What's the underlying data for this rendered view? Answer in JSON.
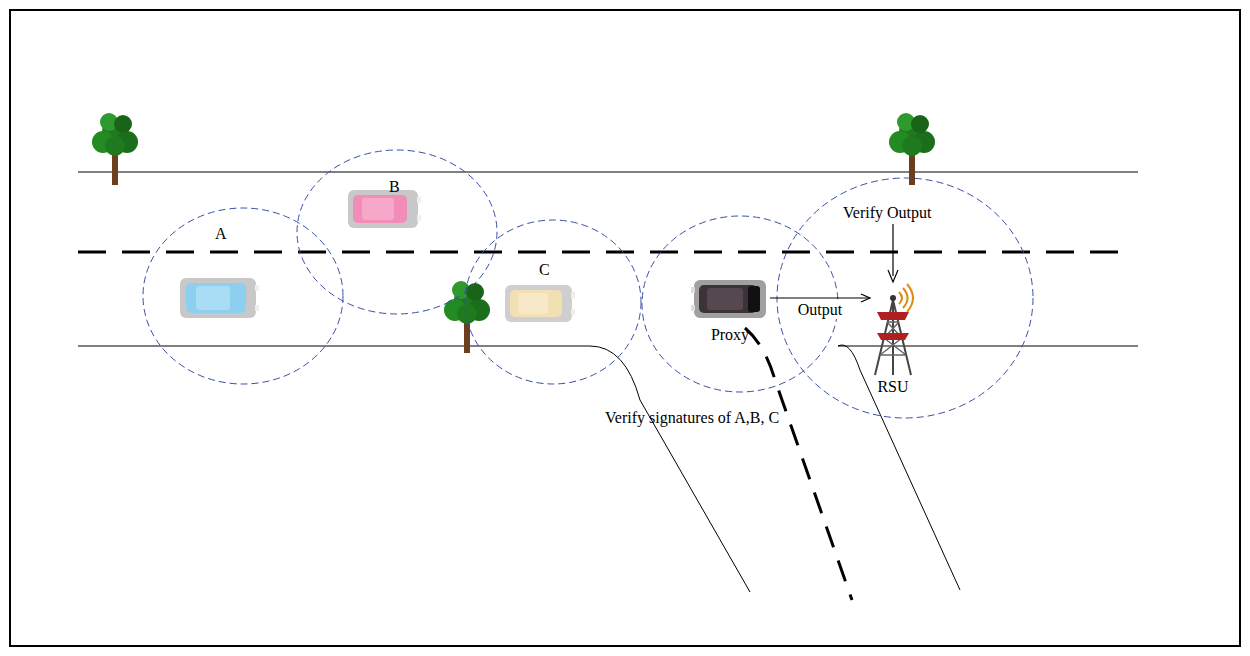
{
  "diagram": {
    "nodes": [
      {
        "text": [
          "Proxy"
        ]
      },
      {
        "text": [
          "RSU"
        ]
      }
    ],
    "edges": [
      {
        "from": 0,
        "to": 1,
        "arrow": "to",
        "label": "Output"
      }
    ],
    "labels": [
      "A",
      "B",
      "C",
      "Verify Output",
      "Verify signatures of A,B, C"
    ]
  }
}
